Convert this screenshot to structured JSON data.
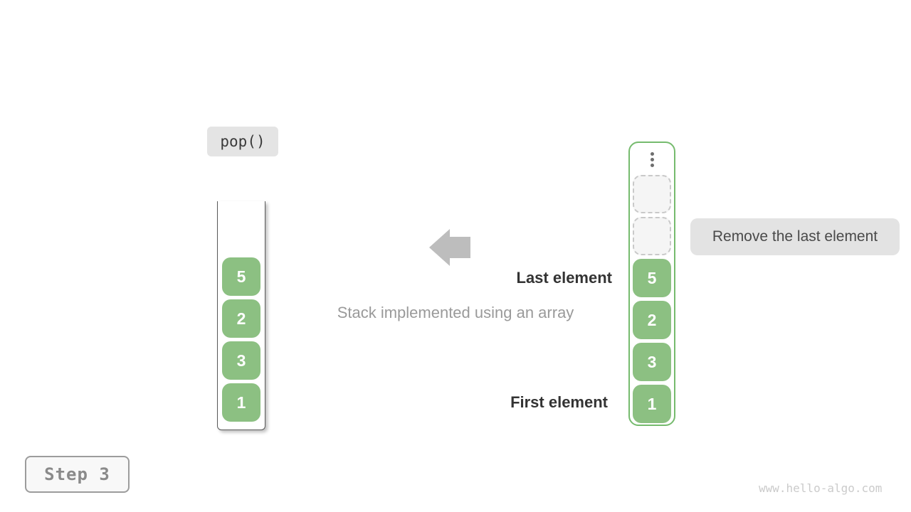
{
  "operation": {
    "label": "pop()"
  },
  "step": {
    "label": "Step 3"
  },
  "watermark": "www.hello-algo.com",
  "caption": "Stack implemented using an array",
  "labels": {
    "last_element": "Last element",
    "first_element": "First element",
    "remove_note": "Remove the last element"
  },
  "left_stack": {
    "values": [
      "5",
      "2",
      "3",
      "1"
    ]
  },
  "right_stack": {
    "values": [
      "5",
      "2",
      "3",
      "1"
    ],
    "empty_slot_count": 2,
    "ellipsis_icon": "vertical-dots"
  },
  "colors": {
    "element_fill": "#8CC082",
    "element_text": "#FFFFFF",
    "stack_border_green": "#76BB6E",
    "container_wall_gray": "#595959",
    "arrow": "#BDBDBD",
    "label_dark": "#333333",
    "caption_gray": "#9A9A9A",
    "note_bg": "#E3E3E3",
    "pop_badge_bg": "#E4E4E4",
    "step_text": "#8A8A8A",
    "watermark_gray": "#CBCBCB"
  }
}
